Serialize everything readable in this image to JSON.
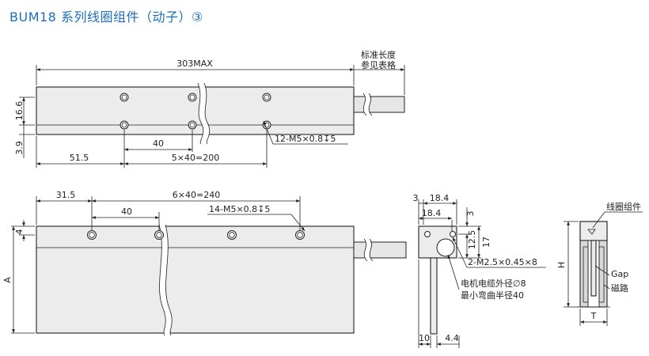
{
  "title": "BUM18 系列线圈组件（动子）③",
  "top_view": {
    "length_label": "303MAX",
    "std_len_line1": "标准长度",
    "std_len_line2": "参见表格",
    "dim_16_6": "16.6",
    "dim_3_9": "3.9",
    "dim_40": "40",
    "dim_51_5": "51.5",
    "dim_5x40": "5×40=200",
    "hole_note": "12-M5×0.8↧5"
  },
  "front_view": {
    "dim_31_5": "31.5",
    "dim_6x40": "6×40=240",
    "dim_40": "40",
    "hole_note": "14-M5×0.8↧5",
    "dim_4": "4",
    "dim_A": "A"
  },
  "side_view": {
    "dim_3": "3",
    "dim_18_4_top": "18.4",
    "dim_18_4": "18.4",
    "dim_3_right": "3",
    "dim_12_5": "12.5",
    "dim_17": "17",
    "hole_note": "2-M2.5×0.45×8",
    "cable_note_1": "电机电缆外径∅8",
    "cable_note_2": "最小弯曲半径40",
    "dim_10": "10",
    "dim_4_4": "4.4"
  },
  "section_view": {
    "coil_label": "线圈组件",
    "dim_H": "H",
    "gap_label": "Gap",
    "magnet_label": "磁路",
    "dim_T": "T"
  },
  "colors": {
    "title": "#1d6fb8",
    "line": "#222222",
    "fill": "#ececec"
  }
}
